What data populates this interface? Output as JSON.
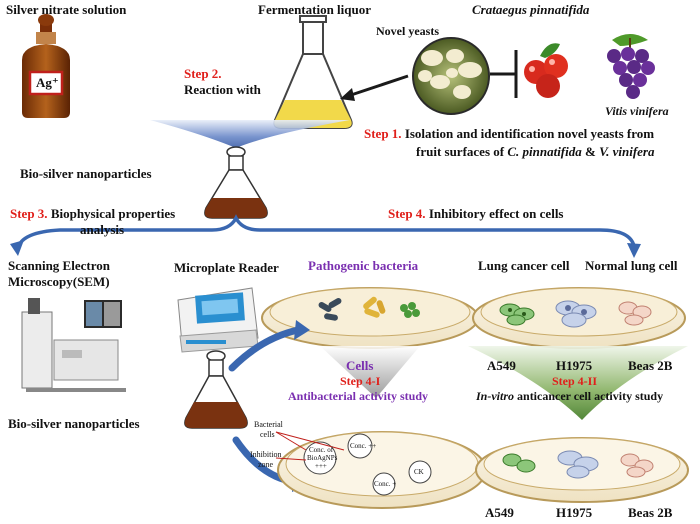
{
  "labels": {
    "silver_nitrate": "Silver nitrate solution",
    "fermentation": "Fermentation liquor",
    "crataegus": "Crataegus pinnatifida",
    "novel_yeasts": "Novel yeasts",
    "vitis": "Vitis vinifera",
    "ag_label": "Ag⁺",
    "step2_num": "Step 2.",
    "step2_text": "Reaction with",
    "step1_num": "Step 1.",
    "step1_line1": "Isolation and identification novel yeasts from",
    "step1_line2_pre": "fruit surfaces of ",
    "step1_cp": "C. pinnatifida",
    "step1_amp": " & ",
    "step1_vv": "V. vinifera",
    "bio_silver_top": "Bio-silver nanoparticles",
    "step3_num": "Step 3.",
    "step3_line1": "Biophysical properties",
    "step3_line2": "analysis",
    "step4_num": "Step 4.",
    "step4_text": "Inhibitory effect on cells",
    "sem_line1": "Scanning Electron",
    "sem_line2": "Microscopy(SEM)",
    "microplate": "Microplate Reader",
    "pathogenic": "Pathogenic bacteria",
    "lung_cancer": "Lung cancer cell",
    "normal_lung": "Normal lung cell",
    "cells": "Cells",
    "step4i": "Step 4-I",
    "antibacterial": "Antibacterial activity study",
    "a549": "A549",
    "h1975": "H1975",
    "beas2b": "Beas 2B",
    "step4ii": "Step 4-II",
    "invitro": "In-vitro",
    "anticancer": " anticancer cell activity study",
    "bio_silver_bottom": "Bio-silver nanoparticles",
    "bacterial_cells_1": "Bacterial",
    "bacterial_cells_2": "cells",
    "inhibition_1": "Inhibition",
    "inhibition_2": "zone",
    "conc_bio_1": "Conc. of",
    "conc_bio_2": "BioAgNPs",
    "conc_bio_3": "+++",
    "conc_pp": "Conc. ++",
    "conc_p": "Conc. +",
    "ck": "CK",
    "a549_b": "A549",
    "h1975_b": "H1975",
    "beas2b_b": "Beas 2B"
  },
  "colors": {
    "red": "#e0201b",
    "purple": "#7a2fb0",
    "arrow_blue": "#3a67b0",
    "liquid_brown": "#7a3210",
    "liquid_yellow": "#f2d94a",
    "green_arrow": "#4f8a2a"
  }
}
